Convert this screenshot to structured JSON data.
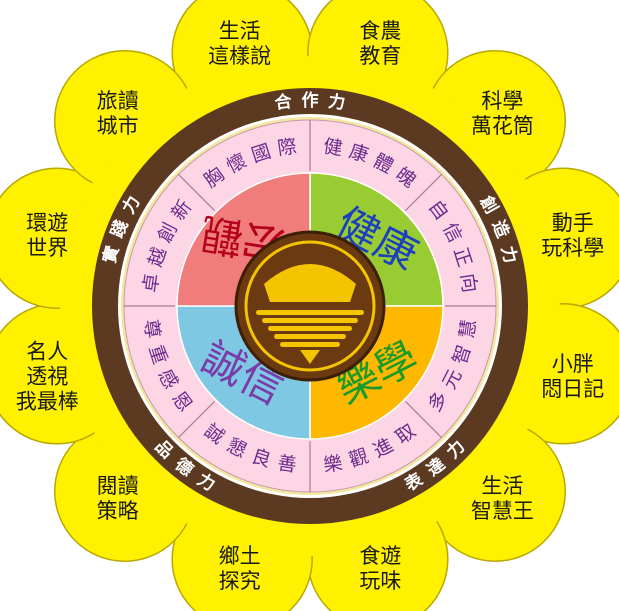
{
  "petals": [
    {
      "lines": [
        "生活",
        "這樣說"
      ]
    },
    {
      "lines": [
        "食農",
        "教育"
      ]
    },
    {
      "lines": [
        "科學",
        "萬花筒"
      ]
    },
    {
      "lines": [
        "動手",
        "玩科學"
      ]
    },
    {
      "lines": [
        "小胖",
        "悶日記"
      ]
    },
    {
      "lines": [
        "生活",
        "智慧王"
      ]
    },
    {
      "lines": [
        "食遊",
        "玩味"
      ]
    },
    {
      "lines": [
        "鄉土",
        "探究"
      ]
    },
    {
      "lines": [
        "閱讀",
        "策略"
      ]
    },
    {
      "lines": [
        "名人",
        "透視",
        "我最棒"
      ]
    },
    {
      "lines": [
        "環遊",
        "世界"
      ]
    },
    {
      "lines": [
        "旅讀",
        "城市"
      ]
    }
  ],
  "ring_labels": [
    {
      "text": "合作力"
    },
    {
      "text": "創造力"
    },
    {
      "text": "表達力"
    },
    {
      "text": "品德力"
    },
    {
      "text": "實踐力"
    }
  ],
  "pink_labels": [
    {
      "text": "健康體魄"
    },
    {
      "text": "自信正向"
    },
    {
      "text": "多元智慧"
    },
    {
      "text": "樂觀進取"
    },
    {
      "text": "誠懇良善"
    },
    {
      "text": "尊重感恩"
    },
    {
      "text": "卓越創新"
    },
    {
      "text": "胸懷國際"
    }
  ],
  "quadrants": [
    {
      "text": "健康",
      "fill": "#99cc33",
      "text_color": "#1a3fbf"
    },
    {
      "text": "樂學",
      "fill": "#ffb800",
      "text_color": "#1a9a2a"
    },
    {
      "text": "誠信",
      "fill": "#7ec8e3",
      "text_color": "#7a3aa8"
    },
    {
      "text": "宏觀",
      "fill": "#f07c7c",
      "text_color": "#b3001b"
    }
  ],
  "colors": {
    "petal": "#fff100",
    "petal_stroke": "#b8a800",
    "ring": "#5c3a21",
    "pink": "#fcd6e4",
    "emblem_bg": "#6b3a10",
    "emblem_gold": "#f5c400"
  },
  "emblem": {
    "icon": "school-emblem-icon"
  }
}
